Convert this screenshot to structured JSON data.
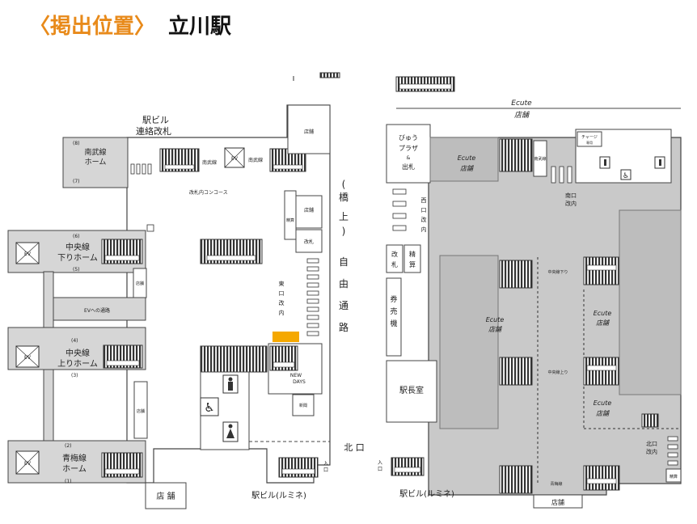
{
  "title": {
    "tag": "〈掲出位置〉",
    "station": "立川駅"
  },
  "left_map": {
    "ekibiru_renraku": [
      "駅ビル",
      "連絡改札"
    ],
    "nanbu_platform": [
      "南武線",
      "ホーム"
    ],
    "nanbu_tracks": [
      "(8)",
      "(7)"
    ],
    "nanbusen_small_1": "南武線",
    "nanbusen_small_2": "南武線",
    "ev": "EV",
    "concourse": "改札内コンコース",
    "shop": "店舗",
    "shop_spaced": "店 舗",
    "seisan": "精算",
    "kaisatsu": "改札",
    "kyoujou": [
      "(",
      "橋",
      "上",
      ")"
    ],
    "jiyuu_tsuuro": [
      "自",
      "由",
      "通",
      "路"
    ],
    "higashiguchi_kainai": [
      "東",
      "口",
      "改",
      "内"
    ],
    "chuo_down_platform": [
      "中央線",
      "下りホーム"
    ],
    "chuo_down_tracks": [
      "(6)",
      "(5)"
    ],
    "ev_passage": "EVへの通路",
    "chuo_up_platform": [
      "中央線",
      "上りホーム"
    ],
    "chuo_up_tracks": [
      "(4)",
      "(3)"
    ],
    "ome_platform": [
      "青梅線",
      "ホーム"
    ],
    "ome_tracks": [
      "(2)",
      "(1)"
    ],
    "newdays": [
      "NEW",
      "DAYS"
    ],
    "shinpan": "新聞",
    "kitaguchi": "北 口",
    "iriguchi": [
      "入",
      "口"
    ],
    "ekibiru_lumine": "駅ビル(ルミネ)",
    "marker_color": "#f5a800"
  },
  "right_map": {
    "ecute_top": [
      "Ecute",
      "店舗"
    ],
    "view_plaza": [
      "びゅう",
      "プラザ",
      "&",
      "出札"
    ],
    "ecute_a": [
      "Ecute",
      "店舗"
    ],
    "nanbusen": "南武線",
    "charge": [
      "チャージ",
      "専用"
    ],
    "minamiguchi_kainai": [
      "南口",
      "改内"
    ],
    "nishiguchi_kainai": [
      "西",
      "口",
      "改",
      "内"
    ],
    "kaisatsu": [
      "改",
      "札"
    ],
    "seisan": [
      "精",
      "算"
    ],
    "kenbaiki": [
      "券",
      "売",
      "機"
    ],
    "ekichoushitsu": "駅長室",
    "chuo_down": "中央線下り",
    "chuo_up": "中央線上り",
    "ome": "青梅線",
    "ecute_b": [
      "Ecute",
      "店舗"
    ],
    "ecute_c": [
      "Ecute",
      "店舗"
    ],
    "ecute_d": [
      "Ecute",
      "店舗"
    ],
    "kitaguchi_kainai": [
      "北口",
      "改内"
    ],
    "seisan_small": "精算",
    "shop_bottom": "店舗",
    "iriguchi": [
      "入",
      "口"
    ],
    "ekibiru_lumine": "駅ビル(ルミネ)"
  }
}
